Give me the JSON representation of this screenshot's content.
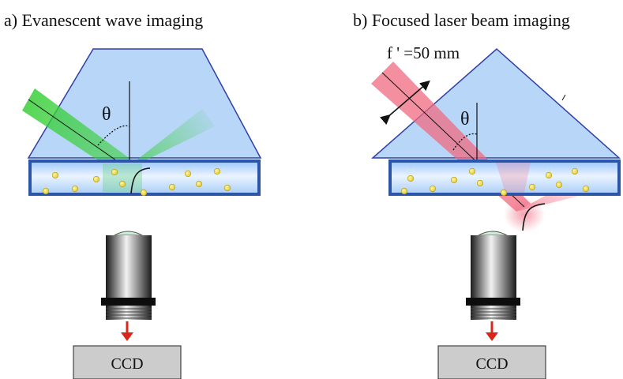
{
  "panel_a": {
    "title": "a) Evanescent wave imaging",
    "angle_label": "θ",
    "detector_label": "CCD"
  },
  "panel_b": {
    "title": "b) Focused laser beam imaging",
    "lens_label": "f ' =50 mm",
    "angle_label": "θ",
    "detector_label": "CCD"
  },
  "colors": {
    "prism_fill": "#b7d6f8",
    "prism_edge": "#2f3fa8",
    "sample_fill": "#cfe6ff",
    "sample_edge": "#2a55a8",
    "particle": "#f2e24a",
    "green_beam": "#38cf38",
    "red_beam": "#f06a80",
    "arrow_red": "#d8261a",
    "ccd_fill": "#cccccc"
  }
}
